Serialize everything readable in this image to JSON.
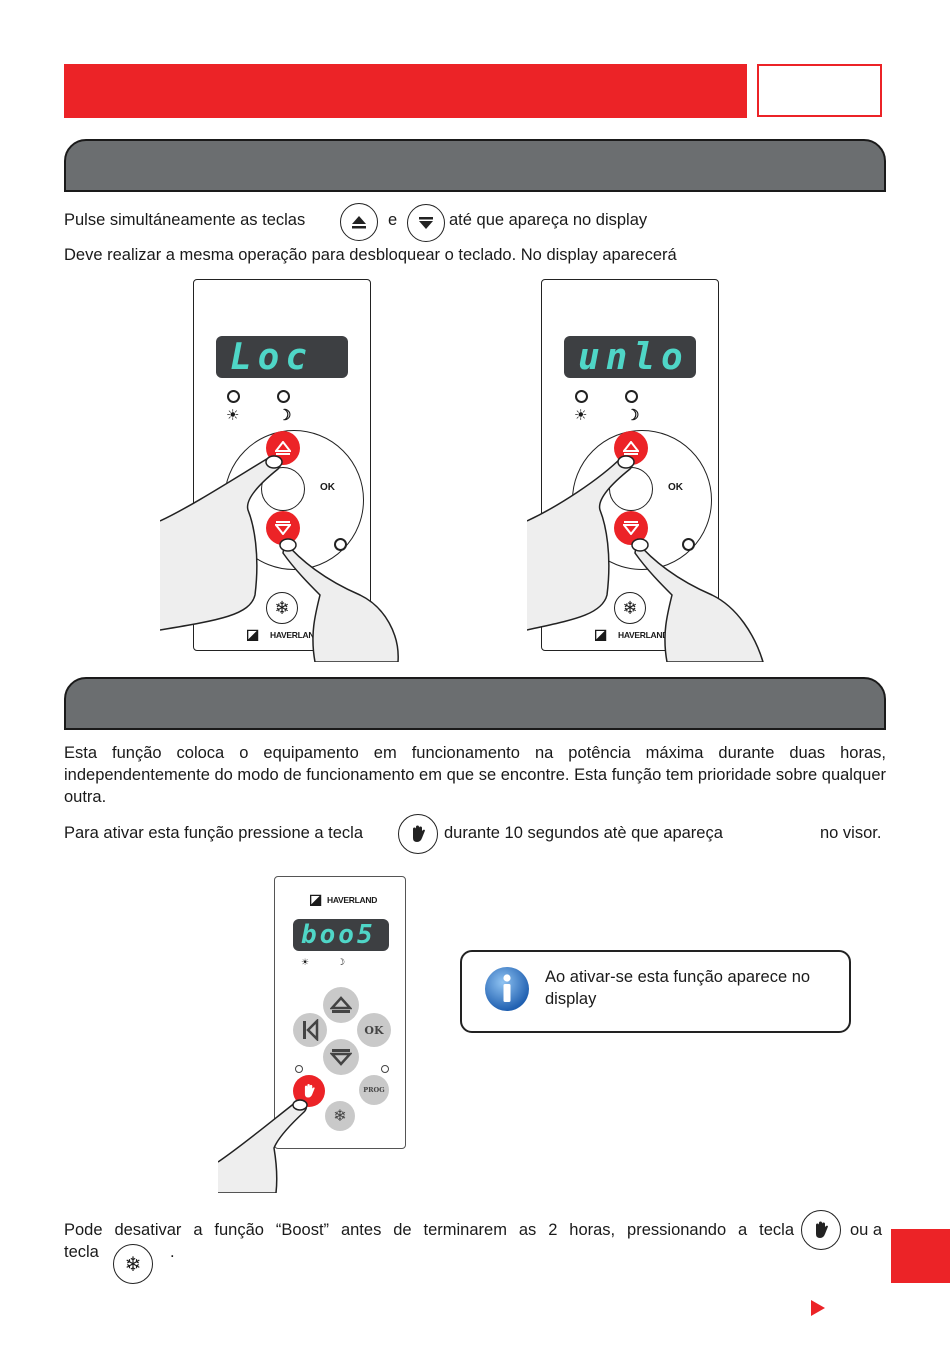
{
  "section_lock": {
    "line1_a": "Pulse simultáneamente as teclas",
    "line1_b": "e",
    "line1_c": "até que apareça no display",
    "line2": "Deve realizar a mesma operação para desbloquear o teclado. No display aparecerá",
    "display_lock": "Loc",
    "display_unlock": "unlo",
    "ok_label": "OK",
    "brand": "HAVERLAND"
  },
  "section_boost": {
    "paragraph": "Esta função coloca o equipamento em funcionamento na potência máxima durante duas horas, independentemente do modo de funcionamento em que se encontre. Esta função tem prioridade sobre qualquer outra.",
    "activate_a": "Para ativar esta função pressione a tecla",
    "activate_b": "durante 10 segundos atè que apareça",
    "activate_c": "no visor.",
    "display_boost": "boo5",
    "ok_label": "OK",
    "prog_label": "PROG",
    "brand": "HAVERLAND",
    "info_text": "Ao ativar-se esta função aparece no display",
    "deactivate_a": "Pode desativar a função “Boost” antes de terminarem as 2 horas, pressionando a tecla",
    "deactivate_b": "ou a",
    "deactivate_c": "tecla",
    "deactivate_d": "."
  },
  "colors": {
    "accent_red": "#ec2327",
    "band_gray": "#6b6e70",
    "lcd_text": "#4fd6c7"
  }
}
